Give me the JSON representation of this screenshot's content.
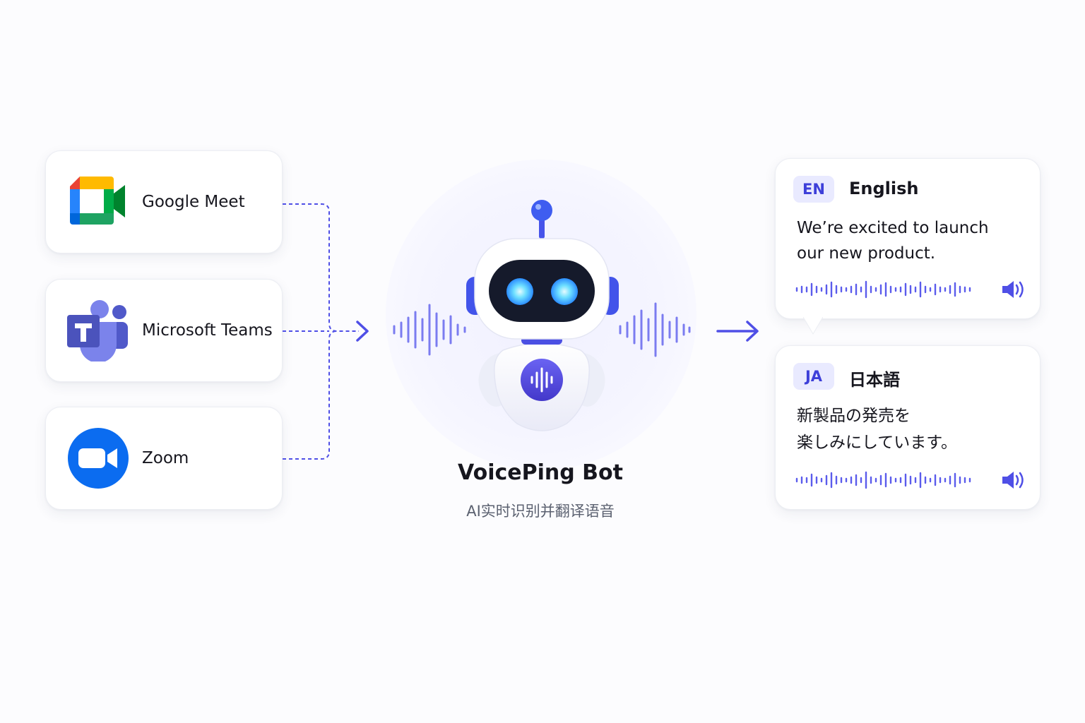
{
  "platforms": [
    {
      "name": "Google Meet",
      "icon": "google-meet-icon"
    },
    {
      "name": "Microsoft Teams",
      "icon": "microsoft-teams-icon"
    },
    {
      "name": "Zoom",
      "icon": "zoom-icon"
    }
  ],
  "bot": {
    "name": "VoicePing Bot",
    "subtitle": "AI实时识别并翻译语音",
    "icon": "robot-icon"
  },
  "translations": [
    {
      "code": "EN",
      "language": "English",
      "lines": [
        "We’re excited to launch",
        "our new product."
      ],
      "audio_icon": "speaker-icon"
    },
    {
      "code": "JA",
      "language": "日本語",
      "lines": [
        "新製品の発売を",
        "楽しみにしています。"
      ],
      "audio_icon": "speaker-icon"
    }
  ],
  "colors": {
    "accent": "#4f4fe6",
    "badge_bg": "#e9eaff",
    "badge_text": "#3d3fd9",
    "google_green": "#1ea362",
    "google_blue": "#2684fc",
    "google_yellow": "#ffba00",
    "google_red": "#ea4335",
    "teams_purple": "#5059c9",
    "zoom_blue": "#0b5cff"
  }
}
